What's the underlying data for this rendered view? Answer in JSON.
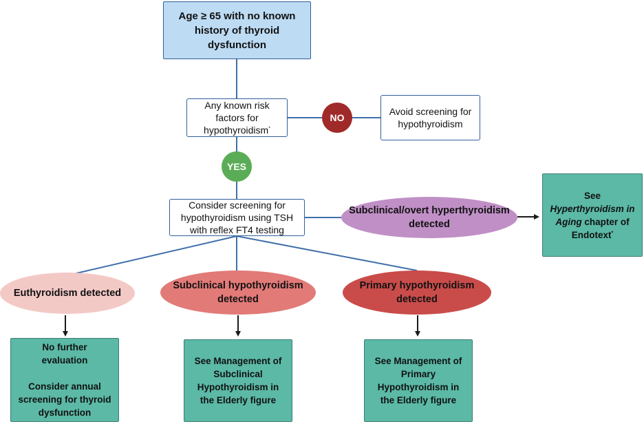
{
  "colors": {
    "connector": "#3f6fa8",
    "arrow": "#1a1a1a",
    "start_fill": "#bddbf3",
    "teal_fill": "#5bb9a6",
    "no_badge": "#a02a2a",
    "yes_badge": "#5aad56",
    "hyperthyroid_fill": "#c08fc6",
    "euthyroid_fill": "#f3c9c6",
    "subclinical_fill": "#e27a78",
    "primary_fill": "#c94c4a"
  },
  "start": {
    "lines": [
      "Age ≥ 65 with no known",
      "history of thyroid",
      "dysfunction"
    ]
  },
  "risk_question": {
    "lines": [
      "Any known risk",
      "factors for",
      "hypothyroidism"
    ],
    "marker": "*"
  },
  "no_badge": "NO",
  "yes_badge": "YES",
  "avoid": {
    "lines": [
      "Avoid screening for",
      "hypothyroidism"
    ]
  },
  "screening": {
    "lines": [
      "Consider screening for",
      "hypothyroidism using TSH",
      "with reflex FT4 testing"
    ]
  },
  "hyperthyroid_detected": {
    "lines": [
      "Subclinical/overt hyperthyroidism",
      "detected"
    ]
  },
  "see_hyperthyroidism": {
    "lines": [
      "See",
      "Hyperthyroidism in",
      "Aging",
      "chapter of",
      "Endotext"
    ],
    "marker": "*"
  },
  "outcomes": {
    "euthyroid": {
      "label": "Euthyroidism detected"
    },
    "subclinical": {
      "lines": [
        "Subclinical hypothyroidism",
        "detected"
      ]
    },
    "primary": {
      "lines": [
        "Primary hypothyroidism",
        "detected"
      ]
    }
  },
  "results": {
    "euthyroid": {
      "first": [
        "No further",
        "evaluation"
      ],
      "second": [
        "Consider annual",
        "screening for thyroid",
        "dysfunction"
      ]
    },
    "subclinical": {
      "lines": [
        "See Management of",
        "Subclinical",
        "Hypothyroidism in",
        "the Elderly figure"
      ]
    },
    "primary": {
      "lines": [
        "See Management of",
        "Primary",
        "Hypothyroidism in",
        "the Elderly figure"
      ]
    }
  }
}
